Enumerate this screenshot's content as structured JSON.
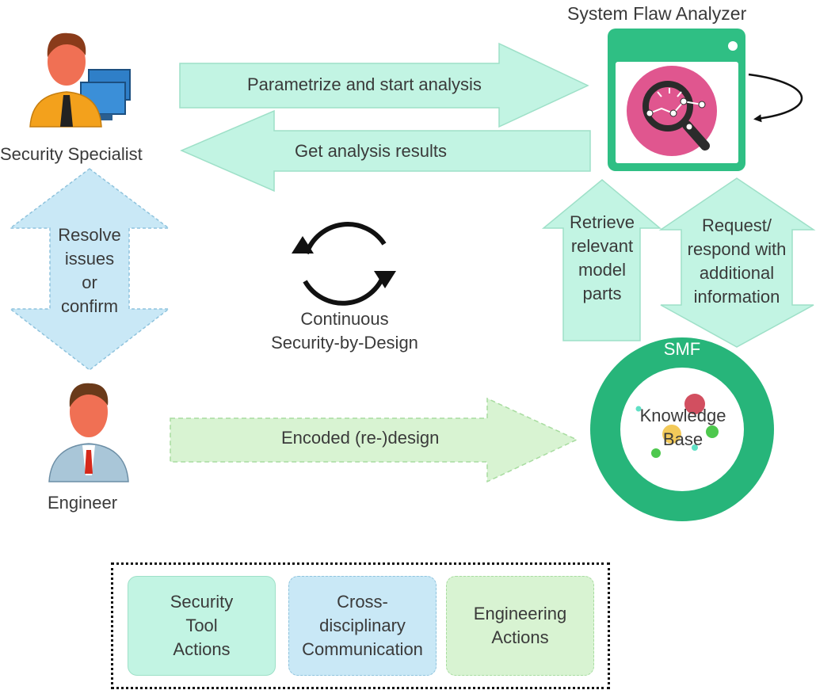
{
  "title": "System Flaw Analyzer",
  "actors": {
    "security_specialist": "Security Specialist",
    "engineer": "Engineer"
  },
  "arrows": {
    "parametrize": "Parametrize and start analysis",
    "get_results": "Get analysis results",
    "resolve": [
      "Resolve",
      "issues",
      "or",
      "confirm"
    ],
    "retrieve": [
      "Retrieve",
      "relevant",
      "model",
      "parts"
    ],
    "request": [
      "Request/",
      "respond with",
      "additional",
      "information"
    ],
    "encoded": "Encoded (re-)design"
  },
  "cycle": [
    "Continuous",
    "Security-by-Design"
  ],
  "smf": {
    "ring_label": "SMF",
    "center": [
      "Knowledge",
      "Base"
    ]
  },
  "legend": {
    "security_tool": [
      "Security",
      "Tool",
      "Actions"
    ],
    "cross_disciplinary": [
      "Cross-",
      "disciplinary",
      "Communication"
    ],
    "engineering": [
      "Engineering",
      "Actions"
    ]
  },
  "colors": {
    "security_tool_fill": "#c2f4e3",
    "security_tool_stroke": "#9ee0c8",
    "communication_fill": "#c9e8f6",
    "communication_stroke": "#8fc3dd",
    "engineering_fill": "#d8f3d2",
    "engineering_stroke": "#a8dca0",
    "analyzer_green": "#2fbf84",
    "analyzer_icon": "#e0568f",
    "smf_ring": "#27b57a"
  },
  "icons": [
    "security-specialist-icon",
    "engineer-icon",
    "magnifier-chart-icon",
    "cycle-icon",
    "loop-arrow-icon"
  ]
}
